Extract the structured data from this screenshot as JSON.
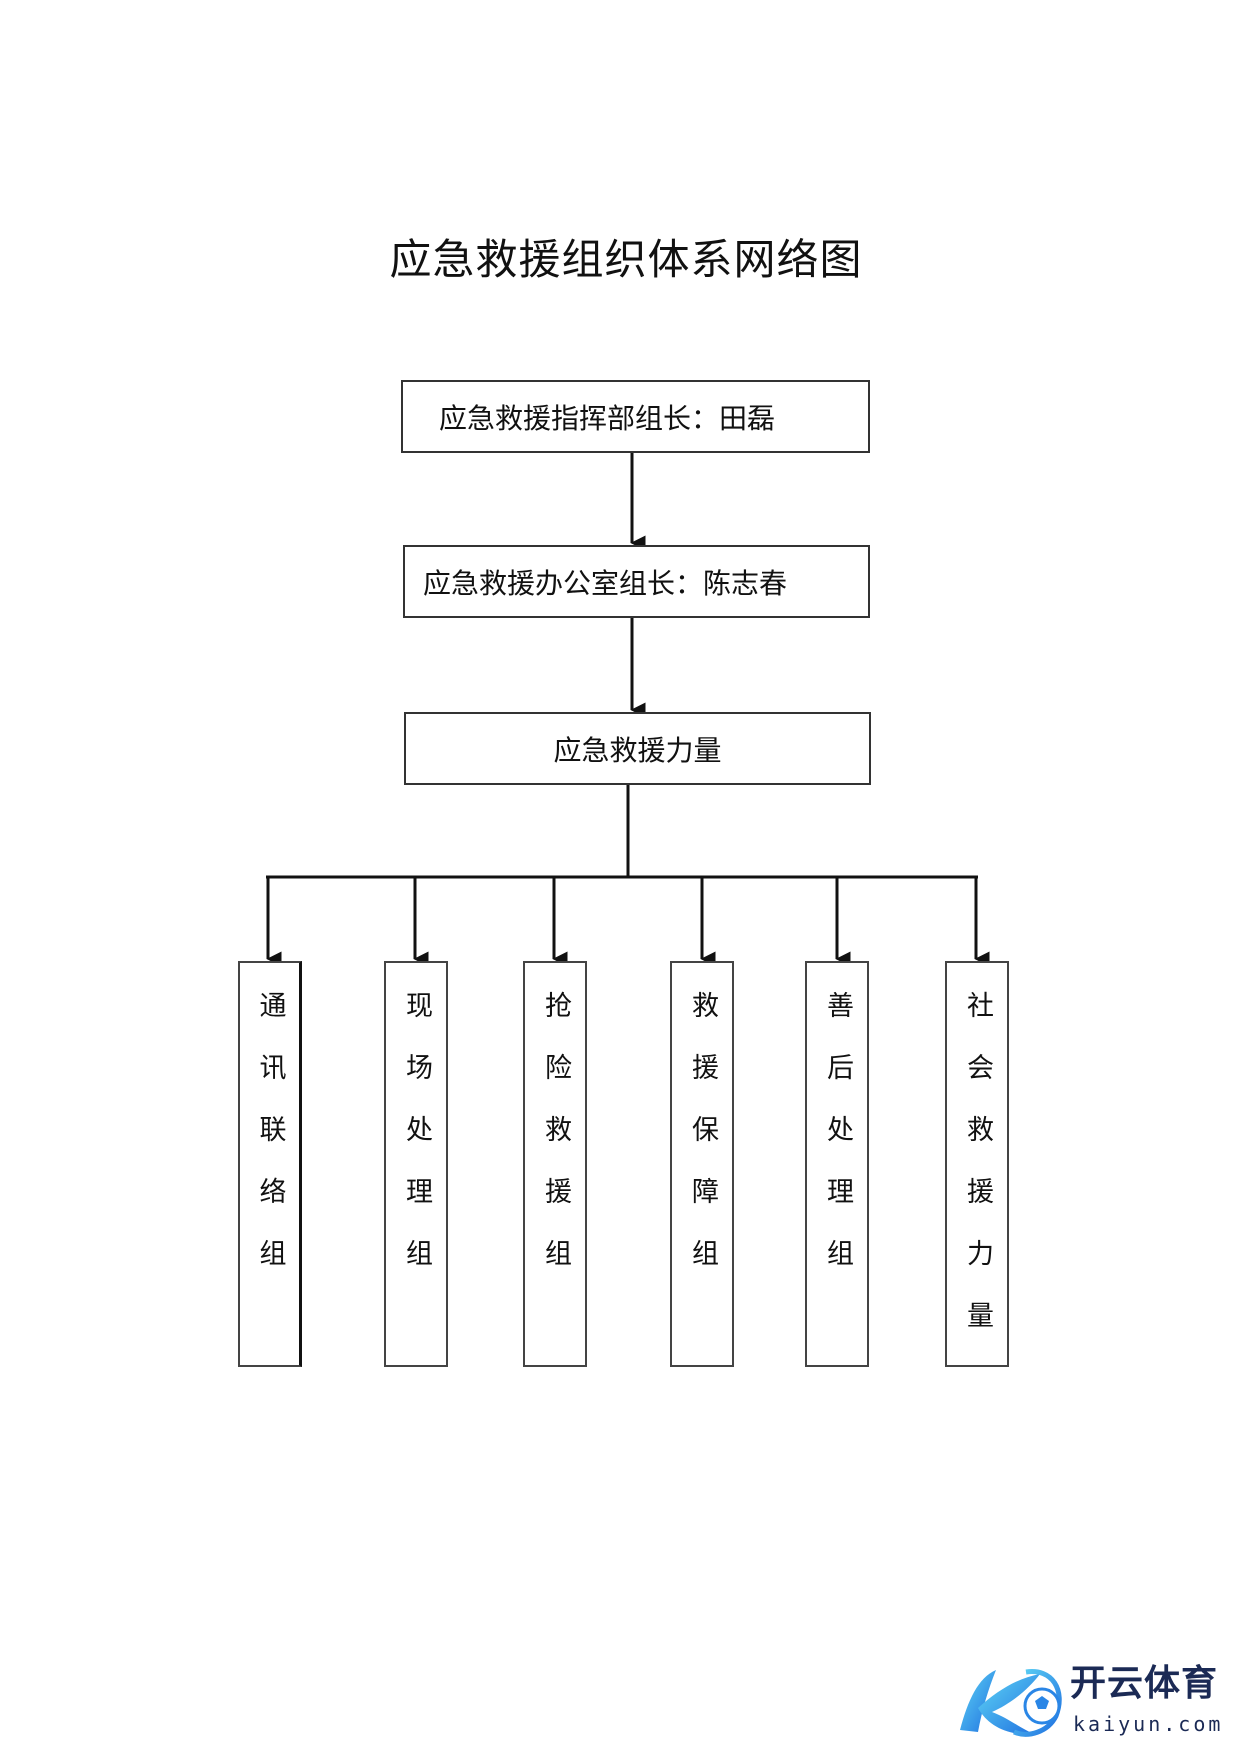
{
  "title": "应急救援组织体系网络图",
  "levels": [
    {
      "label": "应急救援指挥部组长：田磊"
    },
    {
      "label": "应急救援办公室组长：陈志春"
    },
    {
      "label": "应急救援力量"
    }
  ],
  "groups": [
    {
      "label": "通讯联络组"
    },
    {
      "label": "现场处理组"
    },
    {
      "label": "抢险救援组"
    },
    {
      "label": "救援保障组"
    },
    {
      "label": "善后处理组"
    },
    {
      "label": "社会救援力量"
    }
  ],
  "watermark": {
    "name_cn": "开云体育",
    "name_en": "kaiyun.com",
    "colors": {
      "primary": "#1b2a55",
      "accent": "#29a8f0"
    }
  }
}
